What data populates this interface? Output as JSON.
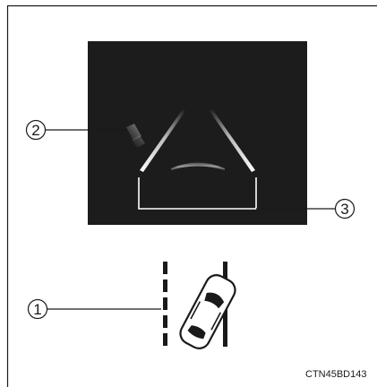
{
  "figure": {
    "callouts": [
      {
        "number": "2",
        "target": "lane-departure-side-indicator"
      },
      {
        "number": "3",
        "target": "lane-lines"
      },
      {
        "number": "1",
        "target": "vehicle-crossing-lane-line"
      }
    ],
    "figure_id": "CTN45BD143",
    "colors": {
      "display_bg": "#1c1c1c",
      "lane_line": "#ffffff",
      "outline": "#1a1a1a"
    },
    "icons": [
      "lane-departure-display-icon",
      "vehicle-top-view-icon",
      "dashed-lane-line-icon",
      "solid-lane-line-icon"
    ]
  }
}
